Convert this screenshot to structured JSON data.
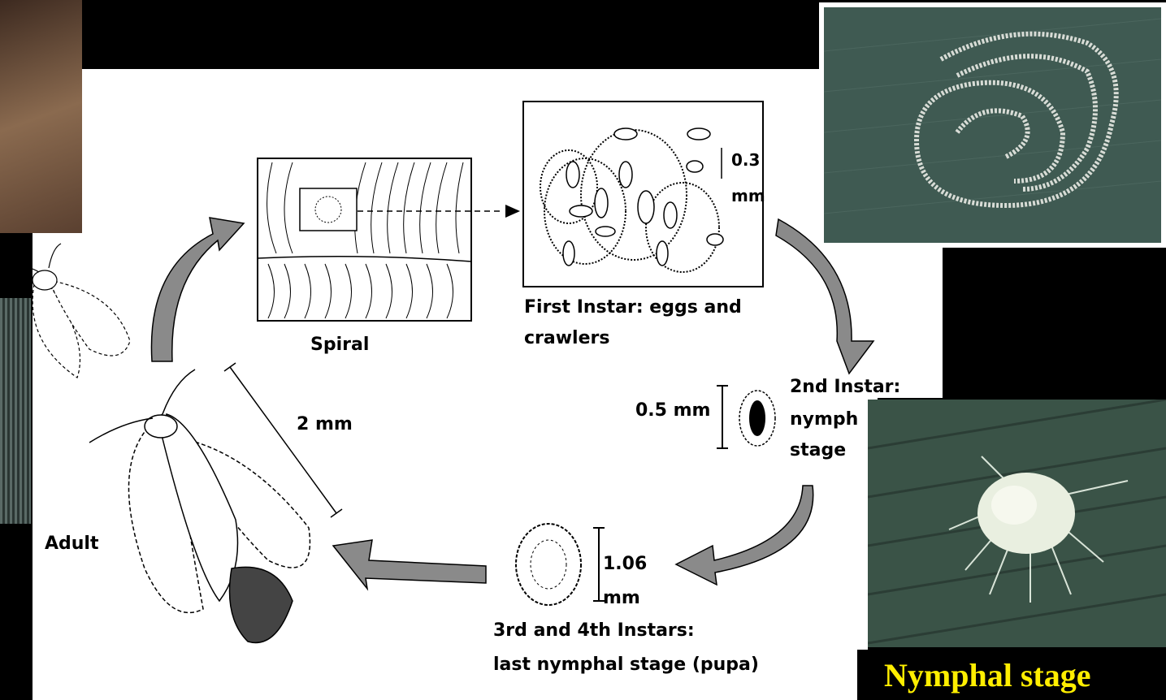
{
  "diagram": {
    "labels": {
      "spiral": "Spiral",
      "first_instar_1": "First Instar: eggs and",
      "first_instar_2": "crawlers",
      "size_03_a": "0.3",
      "size_03_b": "mm",
      "second_instar_1": "2nd Instar:",
      "second_instar_2": "nymph",
      "second_instar_3": "stage",
      "size_05": "0.5 mm",
      "size_106_a": "1.06",
      "size_106_b": "mm",
      "third_instar_1": "3rd and 4th Instars:",
      "third_instar_2": "last nymphal stage (pupa)",
      "size_2mm": "2 mm",
      "adult": "Adult"
    }
  },
  "photos": {
    "nymphal_caption": "Nymphal stage"
  },
  "colors": {
    "background": "#000000",
    "diagram_bg": "#ffffff",
    "caption": "#ffee00",
    "arrow_fill": "#8a8a8a",
    "leaf_photo": "#3f5a52"
  }
}
